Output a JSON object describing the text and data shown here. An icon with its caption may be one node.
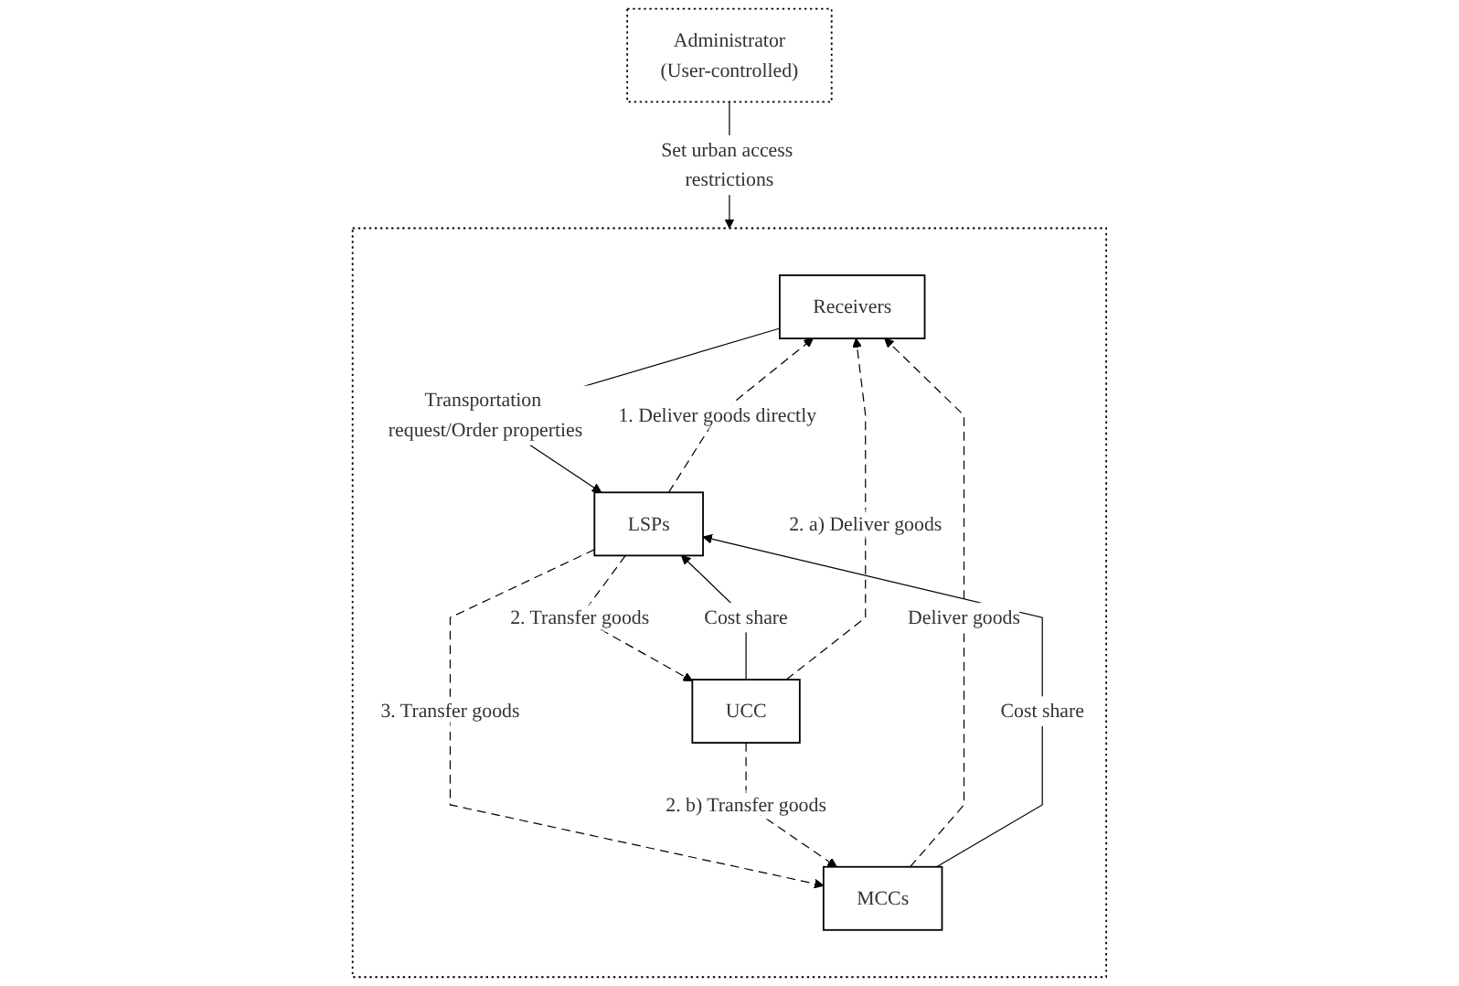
{
  "diagram": {
    "nodes": [
      {
        "text": [
          "Administrator",
          "(User-controlled)"
        ]
      },
      {
        "text": [],
        "shape": "box"
      },
      {
        "text": [
          "Receivers"
        ],
        "in": 1
      },
      {
        "text": [
          "LSPs"
        ],
        "in": 1
      },
      {
        "text": [
          "MCCs"
        ],
        "in": 1
      },
      {
        "text": [
          "UCC"
        ],
        "in": 1
      }
    ],
    "edges": [
      {
        "from": 0,
        "to": 1,
        "arrow": "to",
        "label": "Set urban access restrictions"
      },
      {
        "from": 2,
        "to": 3,
        "arrow": "to",
        "label": "Transportation request/Order properties"
      },
      {
        "from": 3,
        "to": 2,
        "arrow": "to",
        "label": "1. Deliver goods directly",
        "style": "dashed"
      },
      {
        "from": 4,
        "to": 2,
        "arrow": "to",
        "label": "Deliver goods",
        "style": "dashed"
      },
      {
        "from": 3,
        "to": 4,
        "arrow": "to",
        "label": "3. Transfer goods",
        "style": "dashed"
      },
      {
        "from": 4,
        "to": 3,
        "arrow": "to",
        "label": "Cost share"
      },
      {
        "from": 5,
        "to": 4,
        "arrow": "to",
        "label": "2. b) Transfer goods",
        "style": "dashed"
      },
      {
        "from": 3,
        "to": 5,
        "arrow": "to",
        "label": "2. Transfer goods",
        "style": "dashed"
      },
      {
        "from": 5,
        "to": 3,
        "arrow": "to",
        "label": "Cost share"
      },
      {
        "from": 5,
        "to": 2,
        "arrow": "to",
        "label": "2. a) Deliver goods",
        "style": "dashed"
      }
    ]
  }
}
